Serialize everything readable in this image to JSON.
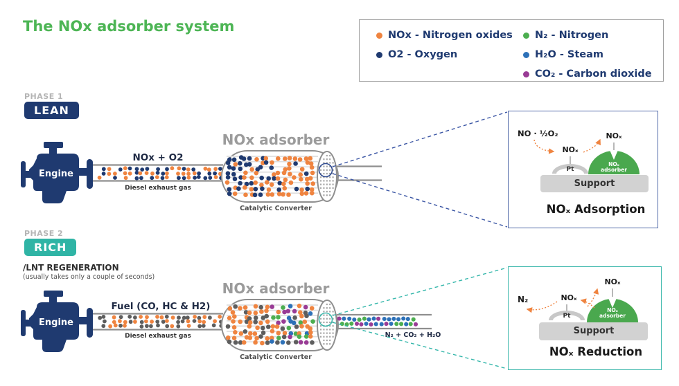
{
  "title": "The NOx adsorber system",
  "colors": {
    "navy": "#1f3a70",
    "orange": "#ef8440",
    "teal": "#2fb4a5",
    "green": "#4cae50",
    "blue": "#2d71b8",
    "purple": "#993b95",
    "gray": "#5d5d5d",
    "structure_gray": "#8f8f8f",
    "title_green": "#4db555",
    "dome_green": "#4aa84e",
    "support_gray": "#d2d2d2",
    "pt_gray": "#c8c8c8",
    "box1_border": "#5068a8",
    "box2_border": "#3cb8ac",
    "dash_navy": "#3a55a4",
    "dash_teal": "#35b7ab"
  },
  "icons": {
    "engine": "engine-silhouette-icon",
    "converter": "catalytic-converter-cylinder",
    "honeycomb": "honeycomb-end-face"
  },
  "legend": {
    "columns": [
      [
        {
          "color": "orange",
          "label": "NOx - Nitrogen oxides"
        },
        {
          "color": "navy",
          "label": "O2 - Oxygen"
        }
      ],
      [
        {
          "color": "green",
          "label": "N₂ - Nitrogen"
        },
        {
          "color": "blue",
          "label": "H₂O - Steam"
        },
        {
          "color": "purple",
          "label": "CO₂ - Carbon dioxide"
        }
      ]
    ]
  },
  "phase1": {
    "phase_label": "PHASE 1",
    "badge": "LEAN",
    "engine_label": "Engine",
    "pipe_label": "NOx + O2",
    "pipe_sublabel": "Diesel exhaust gas",
    "adsorber_title": "NOx adsorber",
    "converter_label": "Catalytic Converter",
    "detail": {
      "reactant": "NO · ½O₂",
      "nox_mid": "NOₓ",
      "nox_top": "NOₓ",
      "pt_label": "Pt",
      "adsorber_label_1": "NOₓ",
      "adsorber_label_2": "adsorber",
      "support_label": "Support",
      "caption": "NOₓ Adsorption"
    }
  },
  "phase2": {
    "phase_label": "PHASE 2",
    "badge": "RICH",
    "subtitle": "/LNT REGENERATION",
    "subtitle_note": "(usually takes only a couple of seconds)",
    "engine_label": "Engine",
    "pipe_label": "Fuel (CO, HC & H2)",
    "pipe_sublabel": "Diesel exhaust gas",
    "adsorber_title": "NOx adsorber",
    "converter_label": "Catalytic Converter",
    "outlet_label": "N₂ + CO₂ + H₂O",
    "detail": {
      "n2": "N₂",
      "nox_mid": "NOₓ",
      "nox_top": "NOₓ",
      "pt_label": "Pt",
      "adsorber_label_1": "NOₓ",
      "adsorber_label_2": "adsorber",
      "support_label": "Support",
      "caption": "NOₓ Reduction"
    }
  },
  "particles": {
    "phase1_pipe": [
      "orange",
      "navy"
    ],
    "phase1_conv_left": [
      "orange",
      "navy"
    ],
    "phase1_conv_right": [
      "orange",
      "orange",
      "orange",
      "navy"
    ],
    "phase2_pipe": [
      "orange",
      "gray"
    ],
    "phase2_conv_left": [
      "orange",
      "gray",
      "orange"
    ],
    "phase2_conv_right": [
      "orange",
      "green",
      "blue",
      "purple",
      "orange",
      "gray"
    ],
    "phase2_outlet": [
      "green",
      "blue",
      "purple"
    ]
  }
}
